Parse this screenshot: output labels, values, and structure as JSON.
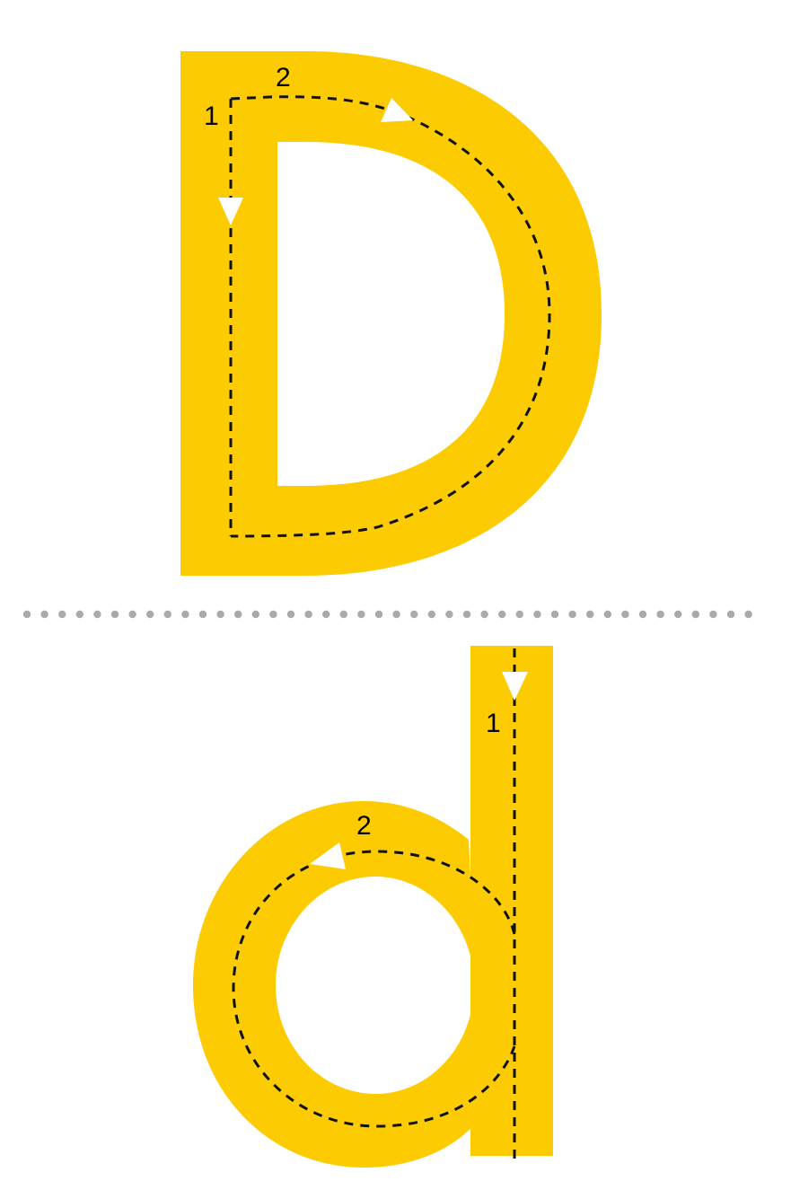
{
  "worksheet": {
    "letters": [
      {
        "glyph": "D",
        "case": "uppercase",
        "stroke_numbers": [
          "1",
          "2"
        ]
      },
      {
        "glyph": "d",
        "case": "lowercase",
        "stroke_numbers": [
          "1",
          "2"
        ]
      }
    ],
    "colors": {
      "letter_fill": "#FDCB02",
      "guide_line": "#111111",
      "arrow": "#FFFFFF",
      "separator_dots": "#AAAAAA",
      "background": "#FFFFFF"
    },
    "icons": [
      "direction-arrow-icon"
    ]
  }
}
